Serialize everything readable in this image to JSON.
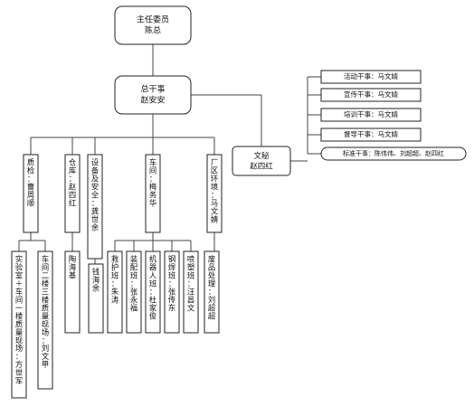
{
  "chart_data": {
    "type": "org_chart",
    "nodes": [
      {
        "id": "director",
        "name": "director-node",
        "lines": [
          "主任委员",
          "陈总"
        ],
        "parent": null
      },
      {
        "id": "chief",
        "name": "chief-officer-node",
        "lines": [
          "总干事",
          "赵安安"
        ],
        "parent": "director"
      },
      {
        "id": "secretary",
        "name": "secretary-node",
        "lines": [
          "文秘",
          "赵四红"
        ],
        "parent": "chief"
      },
      {
        "id": "activity",
        "name": "activity-officer-node",
        "lines": [
          "活动干事：马文婧"
        ],
        "parent": "secretary"
      },
      {
        "id": "publicity",
        "name": "publicity-officer-node",
        "lines": [
          "宣传干事：马文婧"
        ],
        "parent": "secretary"
      },
      {
        "id": "training",
        "name": "training-officer-node",
        "lines": [
          "培训干事：马文婧"
        ],
        "parent": "secretary"
      },
      {
        "id": "supervisor",
        "name": "supervision-officer-node",
        "lines": [
          "督导干事：马文婧"
        ],
        "parent": "secretary"
      },
      {
        "id": "standard",
        "name": "standards-officer-node",
        "lines": [
          "标准干事：陈伟伟、刘超超、赵四红"
        ],
        "parent": "secretary"
      },
      {
        "id": "qc",
        "name": "quality-inspection-node",
        "lines": [
          "质检：曹周顺"
        ],
        "parent": "chief"
      },
      {
        "id": "warehouse",
        "name": "warehouse-node",
        "lines": [
          "仓库：赵四红"
        ],
        "parent": "chief"
      },
      {
        "id": "equipment",
        "name": "equipment-safety-node",
        "lines": [
          "设备及安全：龚世余"
        ],
        "parent": "chief"
      },
      {
        "id": "workshop",
        "name": "workshop-node",
        "lines": [
          "车间：梅务华"
        ],
        "parent": "chief"
      },
      {
        "id": "environment",
        "name": "plant-environment-node",
        "lines": [
          "厂区环境：马文婧"
        ],
        "parent": "chief"
      },
      {
        "id": "lab",
        "name": "lab-quality-node",
        "lines": [
          "实验室＋车间一楼质量现场：方世军"
        ],
        "parent": "qc"
      },
      {
        "id": "floor23",
        "name": "floor-2-3-quality-node",
        "lines": [
          "车间二楼三楼质量现场：刘文甲"
        ],
        "parent": "qc"
      },
      {
        "id": "taohai",
        "name": "warehouse-staff-node",
        "lines": [
          "陶海基"
        ],
        "parent": "warehouse"
      },
      {
        "id": "qianhai",
        "name": "equipment-staff-node",
        "lines": [
          "钱海余"
        ],
        "parent": "equipment"
      },
      {
        "id": "rescue",
        "name": "rescue-team-node",
        "lines": [
          "救护班：朱涛"
        ],
        "parent": "workshop"
      },
      {
        "id": "assembly",
        "name": "assembly-team-node",
        "lines": [
          "装配班：张永福"
        ],
        "parent": "workshop"
      },
      {
        "id": "robot",
        "name": "robot-team-node",
        "lines": [
          "机器人班：杜家俊"
        ],
        "parent": "workshop"
      },
      {
        "id": "welding",
        "name": "welding-team-node",
        "lines": [
          "钢焊班：张传东"
        ],
        "parent": "workshop"
      },
      {
        "id": "painting",
        "name": "painting-team-node",
        "lines": [
          "喷塑班：汪昌文"
        ],
        "parent": "workshop"
      },
      {
        "id": "waste",
        "name": "waste-handling-node",
        "lines": [
          "废品处理：刘超超"
        ],
        "parent": "environment"
      }
    ]
  }
}
